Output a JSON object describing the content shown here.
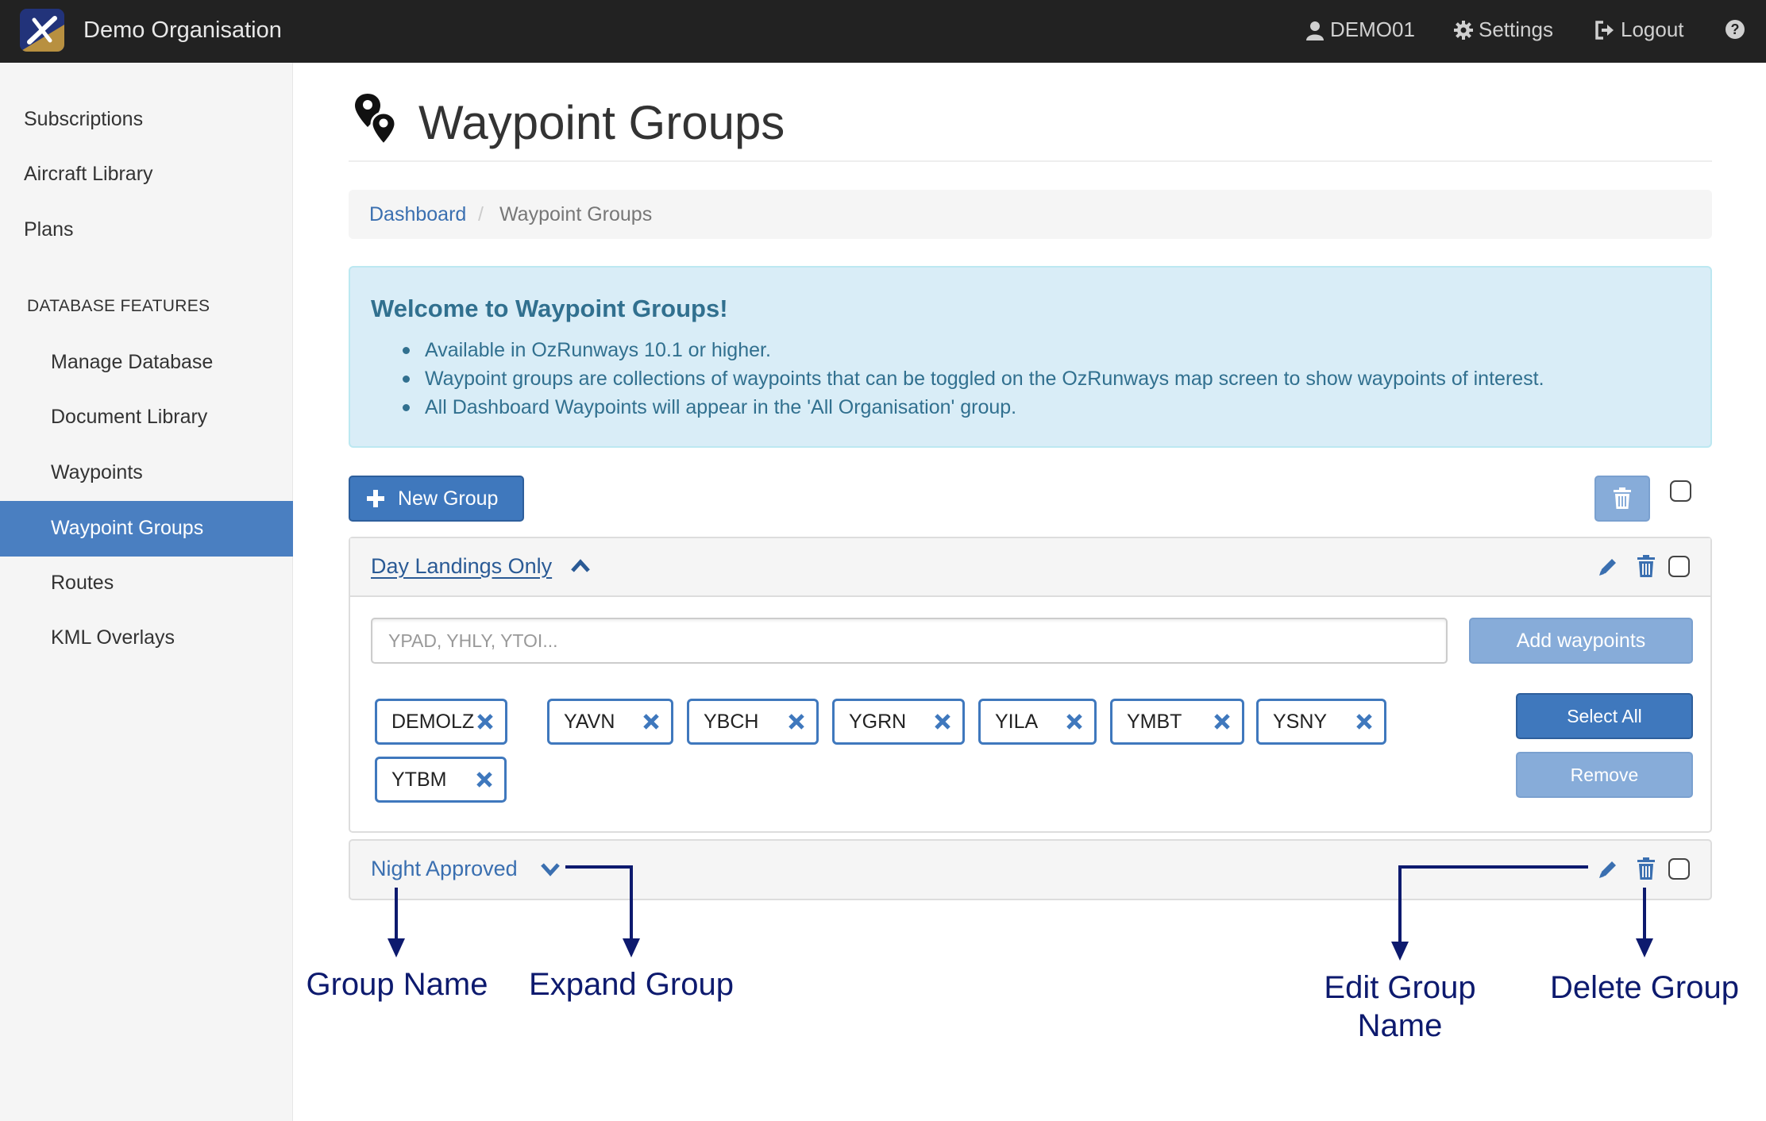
{
  "header": {
    "org_name": "Demo Organisation",
    "user_label": "DEMO01",
    "settings_label": "Settings",
    "logout_label": "Logout"
  },
  "sidebar": {
    "links": [
      "Subscriptions",
      "Aircraft Library",
      "Plans"
    ],
    "section_heading": "DATABASE FEATURES",
    "sub_items": [
      "Manage Database",
      "Document Library",
      "Waypoints",
      "Waypoint Groups",
      "Routes",
      "KML Overlays"
    ],
    "active_item": "Waypoint Groups"
  },
  "page": {
    "title": "Waypoint Groups"
  },
  "breadcrumb": {
    "home": "Dashboard",
    "separator": "/",
    "current": "Waypoint Groups"
  },
  "alert": {
    "heading": "Welcome to Waypoint Groups!",
    "bullets": [
      "Available in OzRunways 10.1 or higher.",
      "Waypoint groups are collections of waypoints that can be toggled on the OzRunways map screen to show waypoints of interest.",
      "All Dashboard Waypoints will appear in the 'All Organisation' group."
    ]
  },
  "toolbar": {
    "new_group_label": "New Group"
  },
  "groups": [
    {
      "name": "Day Landings Only",
      "expanded": true,
      "input_placeholder": "YPAD, YHLY, YTOI...",
      "add_label": "Add waypoints",
      "waypoints": [
        "DEMOLZ",
        "YAVN",
        "YBCH",
        "YGRN",
        "YILA",
        "YMBT",
        "YSNY",
        "YTBM"
      ],
      "select_all_label": "Select All",
      "remove_label": "Remove"
    },
    {
      "name": "Night Approved",
      "expanded": false
    }
  ],
  "annotations": {
    "group_name": "Group Name",
    "expand_group": "Expand Group",
    "edit_group_name_line1": "Edit Group",
    "edit_group_name_line2": "Name",
    "delete_group": "Delete Group"
  },
  "colors": {
    "navbar": "#222222",
    "primary": "#3f78bd",
    "primary_disabled": "#87acd9",
    "sidebar_active": "#4a7fc1",
    "alert_bg": "#d9edf7",
    "alert_text": "#31708f",
    "annotation": "#0d1a6e"
  },
  "icons": [
    "app-logo-icon",
    "user-icon",
    "gear-icon",
    "logout-icon",
    "help-icon",
    "map-pins-icon",
    "plus-icon",
    "trash-icon",
    "pencil-icon",
    "chevron-up-icon",
    "chevron-down-icon",
    "remove-x-icon"
  ]
}
